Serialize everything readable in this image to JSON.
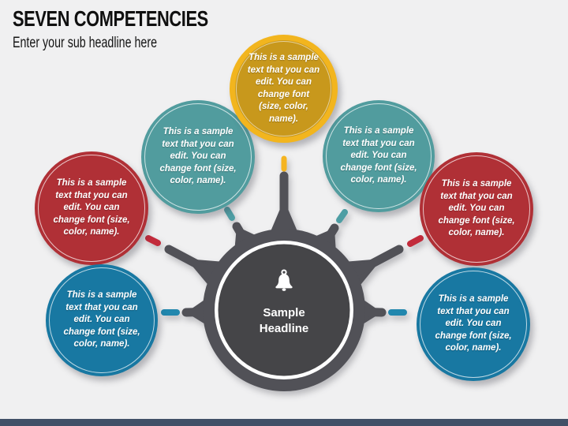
{
  "slide": {
    "title": "SEVEN COMPETENCIES",
    "subtitle": "Enter your sub headline here"
  },
  "hub": {
    "headline": "Sample Headline",
    "icon": "bell-icon",
    "fill": "#454548",
    "ring_color": "#515157",
    "text_color": "#FFFFFF"
  },
  "nodes": [
    {
      "position": "upper-left",
      "color_name": "teal",
      "fill": "#519C9E",
      "dash_color": "#4E9EA4",
      "text": "This is a sample text that you can edit. You can change font (size, color, name)."
    },
    {
      "position": "upper-right",
      "color_name": "teal",
      "fill": "#519C9E",
      "dash_color": "#4E9EA4",
      "text": "This is a sample text that you can edit. You can change font (size, color, name)."
    },
    {
      "position": "top",
      "color_name": "yellow",
      "fill": "#C8981C",
      "ring": "#F2B51E",
      "dash_color": "#F5B421",
      "text": "This is a sample text that you can edit. You can change font (size, color, name)."
    },
    {
      "position": "mid-left",
      "color_name": "red",
      "fill": "#B03036",
      "dash_color": "#C22B3B",
      "text": "This is a sample text that you can edit. You can change font (size, color, name)."
    },
    {
      "position": "mid-right",
      "color_name": "red",
      "fill": "#B03036",
      "dash_color": "#C22B3B",
      "text": "This is a sample text that you can edit. You can change font (size, color, name)."
    },
    {
      "position": "lower-left",
      "color_name": "blue",
      "fill": "#1878A2",
      "dash_color": "#2187AE",
      "text": "This is a sample text that you can edit. You can change font (size, color, name)."
    },
    {
      "position": "lower-right",
      "color_name": "blue",
      "fill": "#1878A2",
      "dash_color": "#2187AE",
      "text": "This is a sample text that you can edit. You can change font (size, color, name)."
    }
  ],
  "colors": {
    "background": "#F0F0F1",
    "footer_bar": "#415067",
    "spoke_gray": "#515157",
    "title_text": "#101010"
  }
}
